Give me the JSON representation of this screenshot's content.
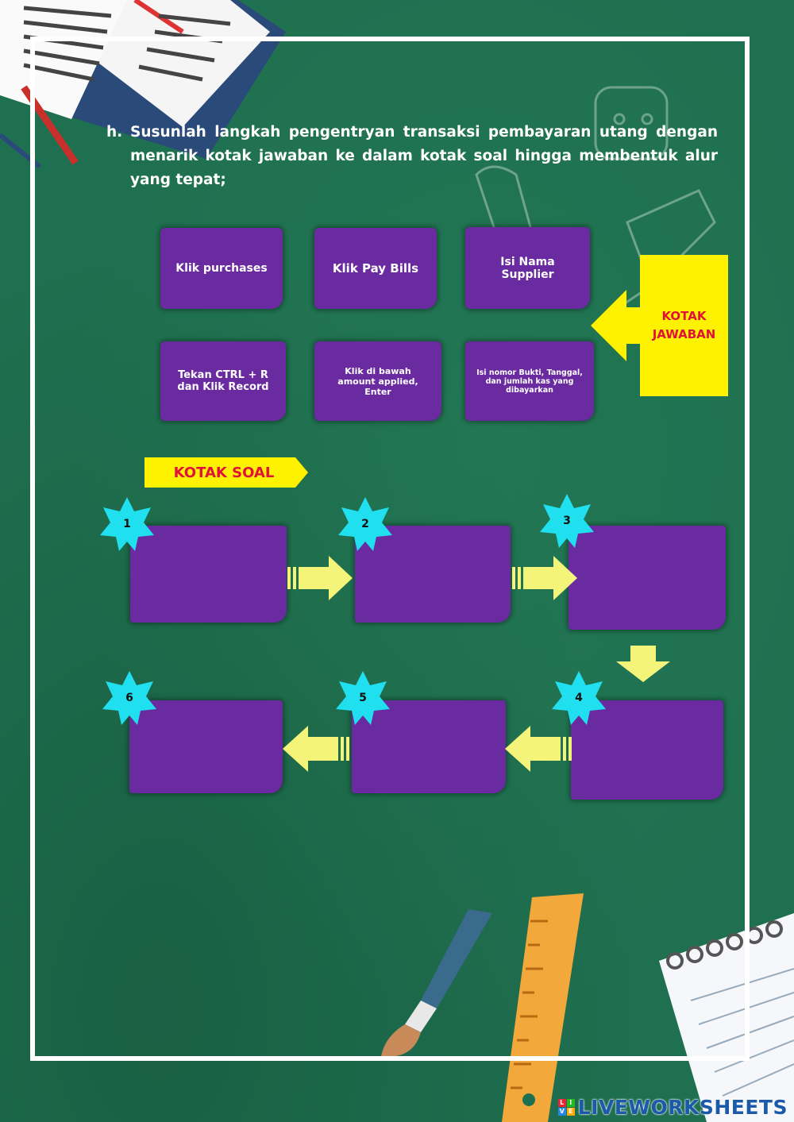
{
  "question": {
    "number": "h.",
    "text": "Susunlah langkah pengentryan transaksi pembayaran utang dengan menarik kotak jawaban ke dalam kotak soal hingga membentuk alur yang tepat;"
  },
  "answer_box": {
    "label": "KOTAK\nJAWABAN",
    "cards": [
      "Klik purchases",
      "Klik Pay Bills",
      "Isi Nama\nSupplier",
      "Tekan CTRL + R\ndan Klik Record",
      "Klik di bawah\namount applied,\nEnter",
      "Isi nomor Bukti, Tanggal,\ndan jumlah kas yang\ndibayarkan"
    ]
  },
  "question_box": {
    "label": "KOTAK SOAL",
    "steps": [
      "1",
      "2",
      "3",
      "4",
      "5",
      "6"
    ]
  },
  "watermark": {
    "text": "LIVEWORKSHEETS",
    "logo_letters": [
      "L",
      "I",
      "V",
      "E"
    ]
  },
  "colors": {
    "background": "#1f7050",
    "card": "#6a2aa0",
    "accent_yellow": "#fff200",
    "label_red": "#e0123a",
    "star": "#20e0f0",
    "arrow": "#f4f47a"
  }
}
